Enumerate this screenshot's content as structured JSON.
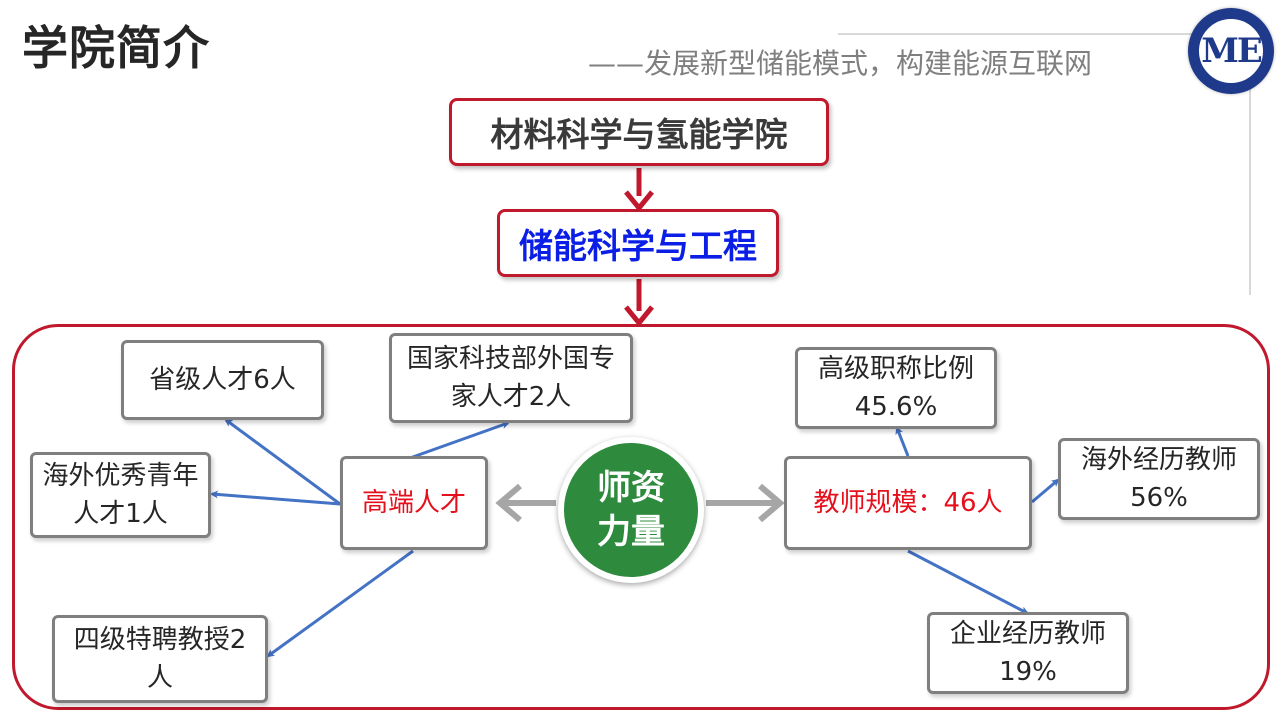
{
  "header": {
    "title": "学院简介",
    "subtitle": "——发展新型储能模式，构建能源互联网"
  },
  "logo": {
    "monogram": "ME"
  },
  "flow": {
    "college": "材料科学与氢能学院",
    "major": "储能科学与工程"
  },
  "center": {
    "label": "师资力量"
  },
  "talent": {
    "hub": "高端人才",
    "items": [
      {
        "text": "省级人才6人"
      },
      {
        "text": "国家科技部外国专家人才2人"
      },
      {
        "text": "海外优秀青年人才1人"
      },
      {
        "text": "四级特聘教授2人"
      }
    ]
  },
  "faculty": {
    "hub": "教师规模：46人",
    "items": [
      {
        "line1": "高级职称比例",
        "line2": "45.6%"
      },
      {
        "line1": "海外经历教师",
        "line2": "56%"
      },
      {
        "line1": "企业经历教师",
        "line2": "19%"
      }
    ]
  },
  "colors": {
    "accent_red": "#c0182c",
    "highlight_red": "#e6101c",
    "major_blue": "#0a1ee6",
    "center_green": "#2e8b3e",
    "connector_blue": "#4472c4",
    "connector_gray": "#a6a6a6"
  }
}
